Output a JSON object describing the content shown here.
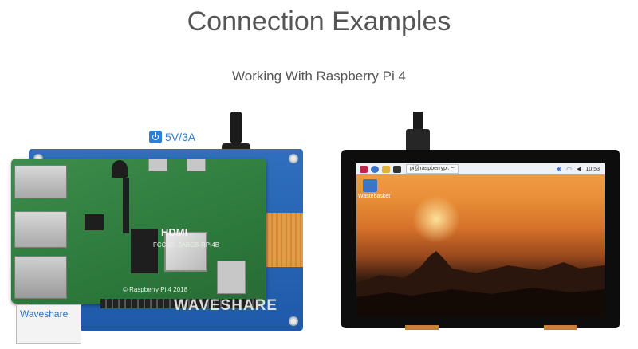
{
  "page": {
    "title": "Connection Examples",
    "subtitle": "Working With Raspberry Pi 4"
  },
  "left_photo": {
    "power_badge": "5V/3A",
    "hdmi_label": "HDMI",
    "board_text_1": "FCC ID: 2ABCB-RPI4B",
    "board_text_2": "© Raspberry Pi 4 2018",
    "sticker_brand": "Waveshare",
    "watermark": "WAVESHARE",
    "accent_color": "#2f7fd6"
  },
  "right_photo": {
    "taskbar_window": "pi@raspberrypi: ~",
    "clock": "10:53",
    "desktop_icon_label": "Wastebasket"
  }
}
